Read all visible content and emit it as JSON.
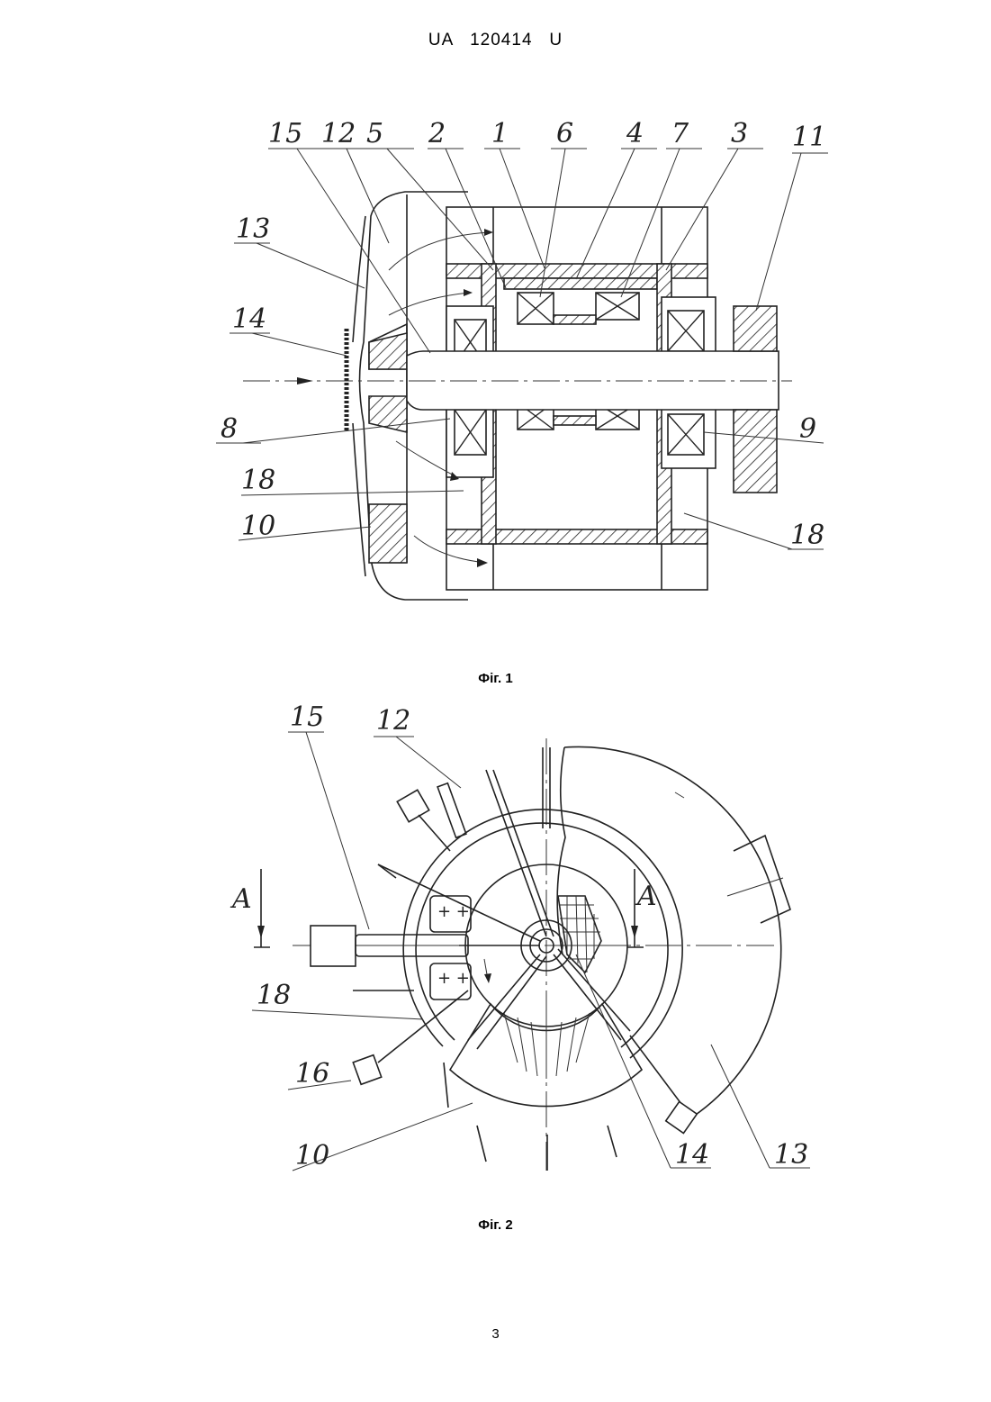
{
  "header": {
    "doc_id": "UA   120414   U"
  },
  "figures": [
    {
      "caption": "Фіг. 1",
      "labels": [
        "15",
        "12",
        "5",
        "2",
        "1",
        "6",
        "4",
        "7",
        "3",
        "11",
        "13",
        "14",
        "8",
        "18",
        "10",
        "9",
        "18"
      ]
    },
    {
      "caption": "Фіг. 2",
      "labels": [
        "15",
        "12",
        "A",
        "A",
        "18",
        "16",
        "10",
        "14",
        "13"
      ]
    }
  ],
  "page_number": "3"
}
